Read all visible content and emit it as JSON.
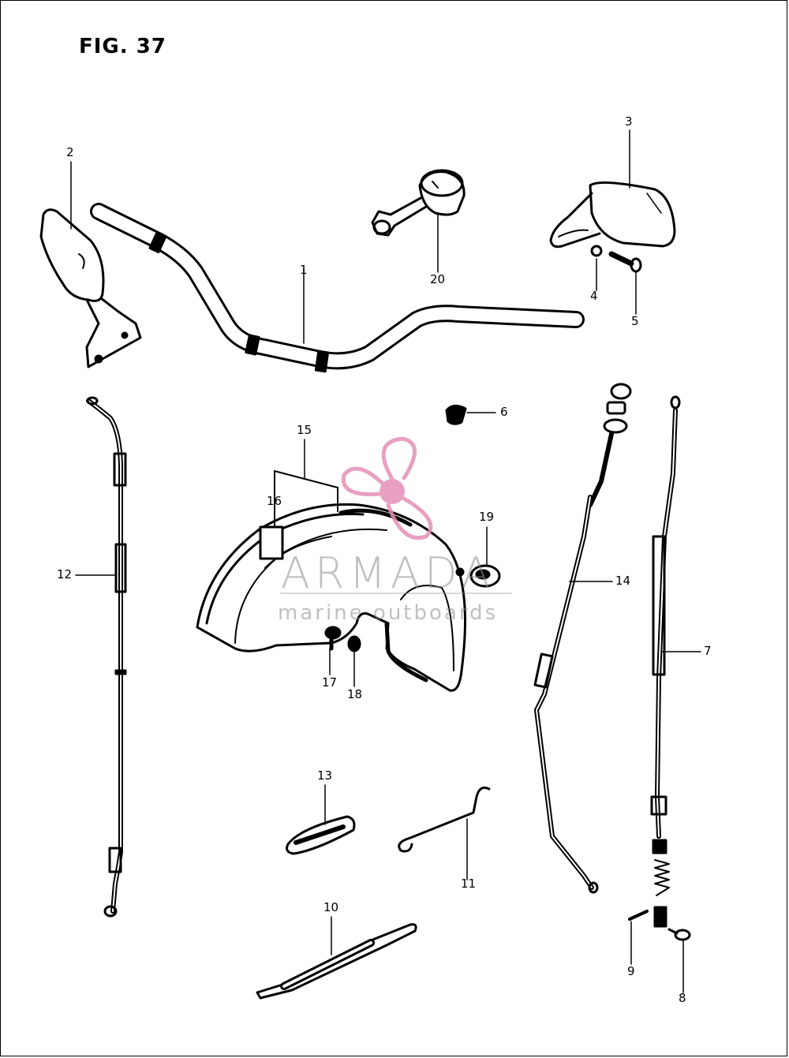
{
  "figure": {
    "title": "FIG. 37"
  },
  "callouts": [
    {
      "id": "1",
      "label": "1"
    },
    {
      "id": "2",
      "label": "2"
    },
    {
      "id": "3",
      "label": "3"
    },
    {
      "id": "4",
      "label": "4"
    },
    {
      "id": "5",
      "label": "5"
    },
    {
      "id": "6",
      "label": "6"
    },
    {
      "id": "7",
      "label": "7"
    },
    {
      "id": "8",
      "label": "8"
    },
    {
      "id": "9",
      "label": "9"
    },
    {
      "id": "10",
      "label": "10"
    },
    {
      "id": "11",
      "label": "11"
    },
    {
      "id": "12",
      "label": "12"
    },
    {
      "id": "13",
      "label": "13"
    },
    {
      "id": "14",
      "label": "14"
    },
    {
      "id": "15",
      "label": "15"
    },
    {
      "id": "16",
      "label": "16"
    },
    {
      "id": "17",
      "label": "17"
    },
    {
      "id": "18",
      "label": "18"
    },
    {
      "id": "19",
      "label": "19"
    },
    {
      "id": "20",
      "label": "20"
    }
  ],
  "watermark": {
    "brand": "ARMADA",
    "tagline": "marine outboards",
    "accent_color": "#e58fb5"
  }
}
